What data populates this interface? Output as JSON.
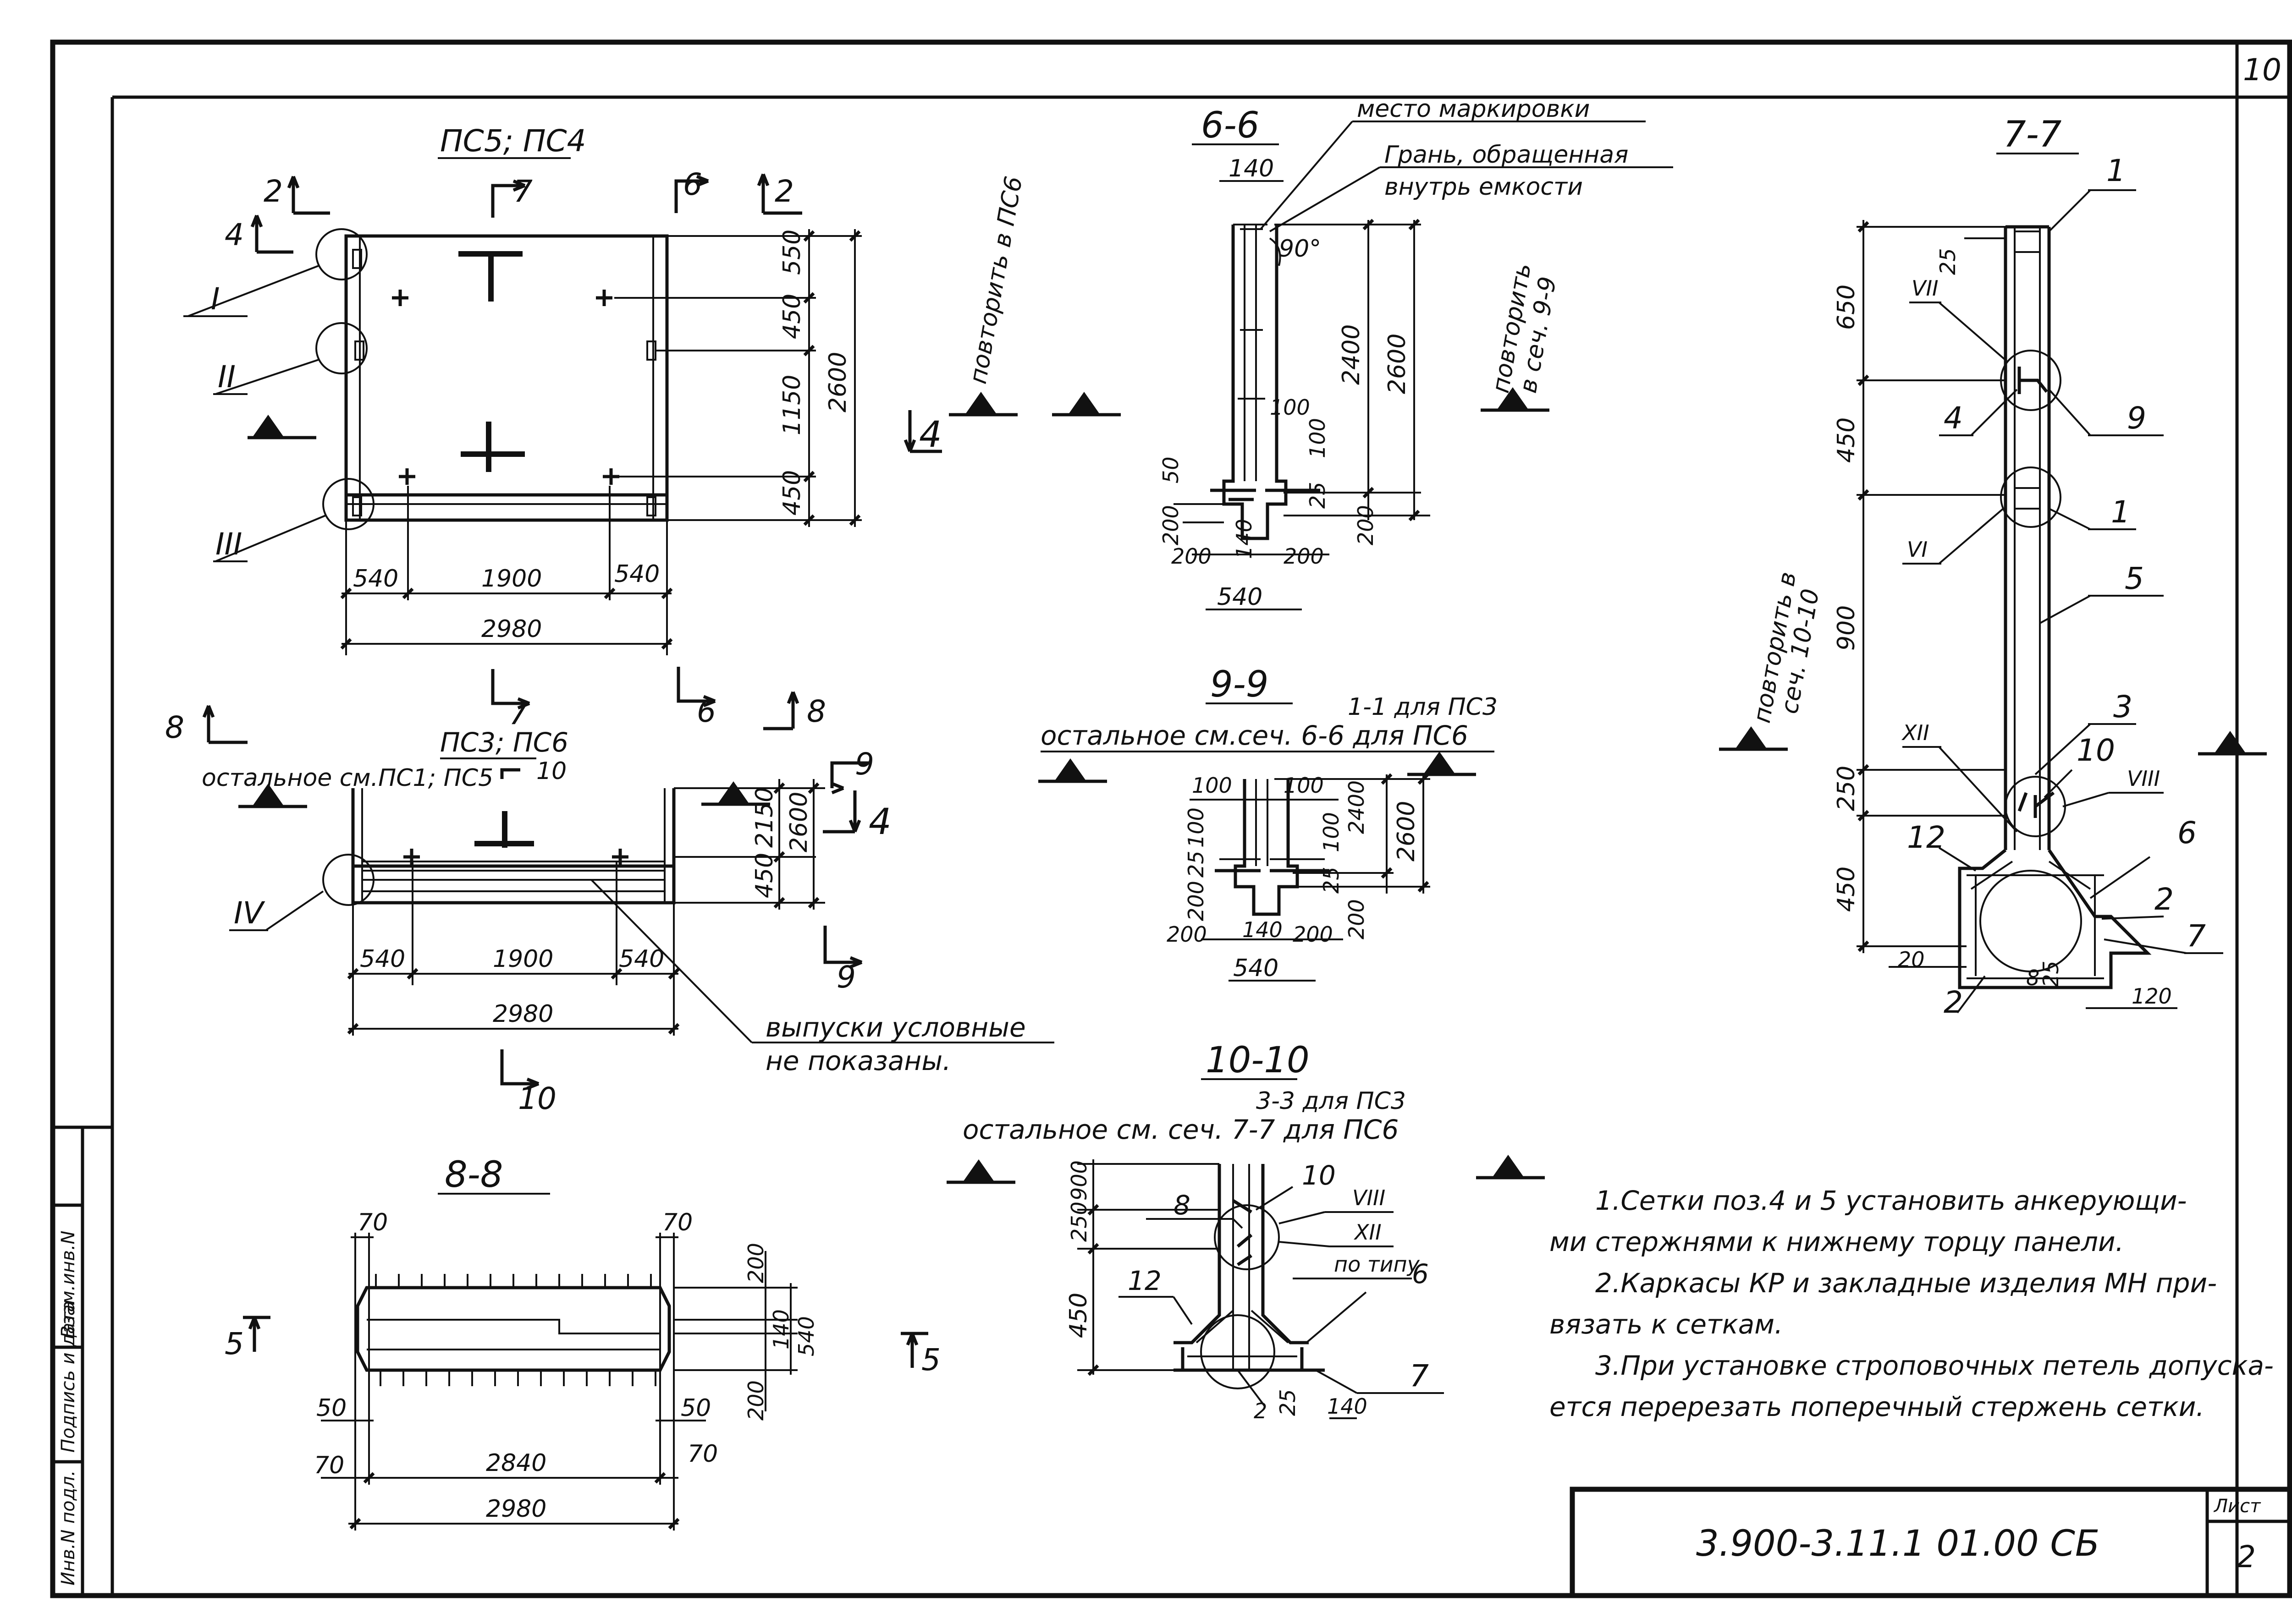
{
  "sheet": {
    "page_number": "10",
    "code": "3.900-3.11.1 01.00 СБ",
    "list_label": "Лист",
    "list_number": "2",
    "side_stamp": [
      "Инв.N подл.",
      "Подпись и дата",
      "Взам.инв.N"
    ]
  },
  "views": {
    "ps5": {
      "title": "ПС5; ПС4",
      "callouts": [
        "I",
        "II",
        "III"
      ],
      "dims_horizontal": [
        "540",
        "1900",
        "540",
        "2980"
      ],
      "dims_vertical": [
        "550",
        "450",
        "1150",
        "450",
        "2600"
      ],
      "section_marks": [
        "2",
        "4",
        "7",
        "6",
        "2",
        "4",
        "7",
        "6"
      ],
      "note_rotated": "повторить в ПС6"
    },
    "ps3": {
      "title": "ПС3; ПС6",
      "subnote": "остальное см.ПС1; ПС5",
      "callouts": [
        "IV"
      ],
      "dims_horizontal": [
        "540",
        "1900",
        "540",
        "2980"
      ],
      "dims_vertical": [
        "2150",
        "450",
        "2600"
      ],
      "section_marks": [
        "8",
        "8",
        "9",
        "4",
        "9",
        "10",
        "10"
      ],
      "outlet_note": [
        "выпуски условные",
        "не показаны."
      ]
    },
    "s66": {
      "title": "6-6",
      "labels": [
        "место маркировки",
        "Грань, обращенная",
        "внутрь емкости"
      ],
      "angle": "90°",
      "dims": [
        "140",
        "2400",
        "2600",
        "100",
        "100",
        "50",
        "200",
        "25",
        "200",
        "200",
        "140",
        "200",
        "540"
      ],
      "note_rotated": [
        "повторить",
        "в сеч. 9-9"
      ]
    },
    "s99": {
      "title": "9-9",
      "subnote_1": "1-1 для ПС3",
      "subnote_2": "остальное см.сеч. 6-6 для ПС6",
      "dims": [
        "100",
        "100",
        "100",
        "100",
        "2400",
        "2600",
        "25",
        "200",
        "25",
        "200",
        "200",
        "140",
        "200",
        "540"
      ]
    },
    "s77": {
      "title": "7-7",
      "positions": [
        "1",
        "9",
        "1",
        "5",
        "3",
        "10",
        "6",
        "2",
        "7",
        "4",
        "12",
        "2"
      ],
      "callouts": [
        "VII",
        "VI",
        "XII",
        "VIII"
      ],
      "dims": [
        "650",
        "25",
        "450",
        "900",
        "250",
        "450",
        "20",
        "8",
        "25",
        "120"
      ],
      "note_rotated": [
        "повторить в",
        "сеч. 10-10"
      ]
    },
    "s88": {
      "title": "8-8",
      "dims": [
        "70",
        "70",
        "200",
        "140",
        "540",
        "200",
        "50",
        "50",
        "70",
        "70",
        "2840",
        "2980"
      ],
      "section_marks": [
        "5",
        "5"
      ]
    },
    "s1010": {
      "title": "10-10",
      "subnote_1": "3-3 для ПС3",
      "subnote_2": "остальное см. сеч. 7-7 для ПС6",
      "positions": [
        "10",
        "8",
        "12",
        "6",
        "7",
        "2"
      ],
      "callouts": [
        "VIII",
        "XII"
      ],
      "by_type": "по типу",
      "dims": [
        "900",
        "250",
        "450",
        "25",
        "140"
      ]
    }
  },
  "notes": [
    "1.Сетки поз.4 и 5 установить анкерующи-",
    "ми стержнями к нижнему торцу панели.",
    "2.Каркасы КР и закладные изделия МН при-",
    "вязать к сеткам.",
    "3.При установке строповочных петель допуска-",
    "ется перерезать поперечный стержень сетки."
  ]
}
